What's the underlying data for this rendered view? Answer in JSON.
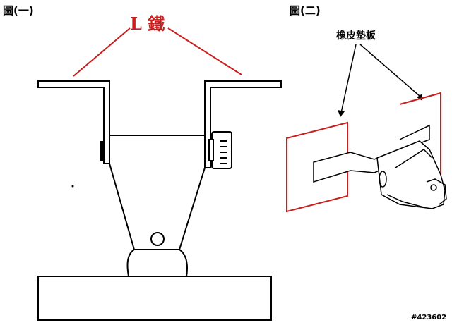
{
  "figure1": {
    "caption": "圖(一)",
    "l_iron_label": "L 鐵"
  },
  "figure2": {
    "caption": "圖(二)",
    "rubber_pad_label": "橡皮墊板"
  },
  "watermark": "#423602",
  "colors": {
    "line": "#000000",
    "accent": "#c81e1e",
    "background": "#ffffff"
  }
}
